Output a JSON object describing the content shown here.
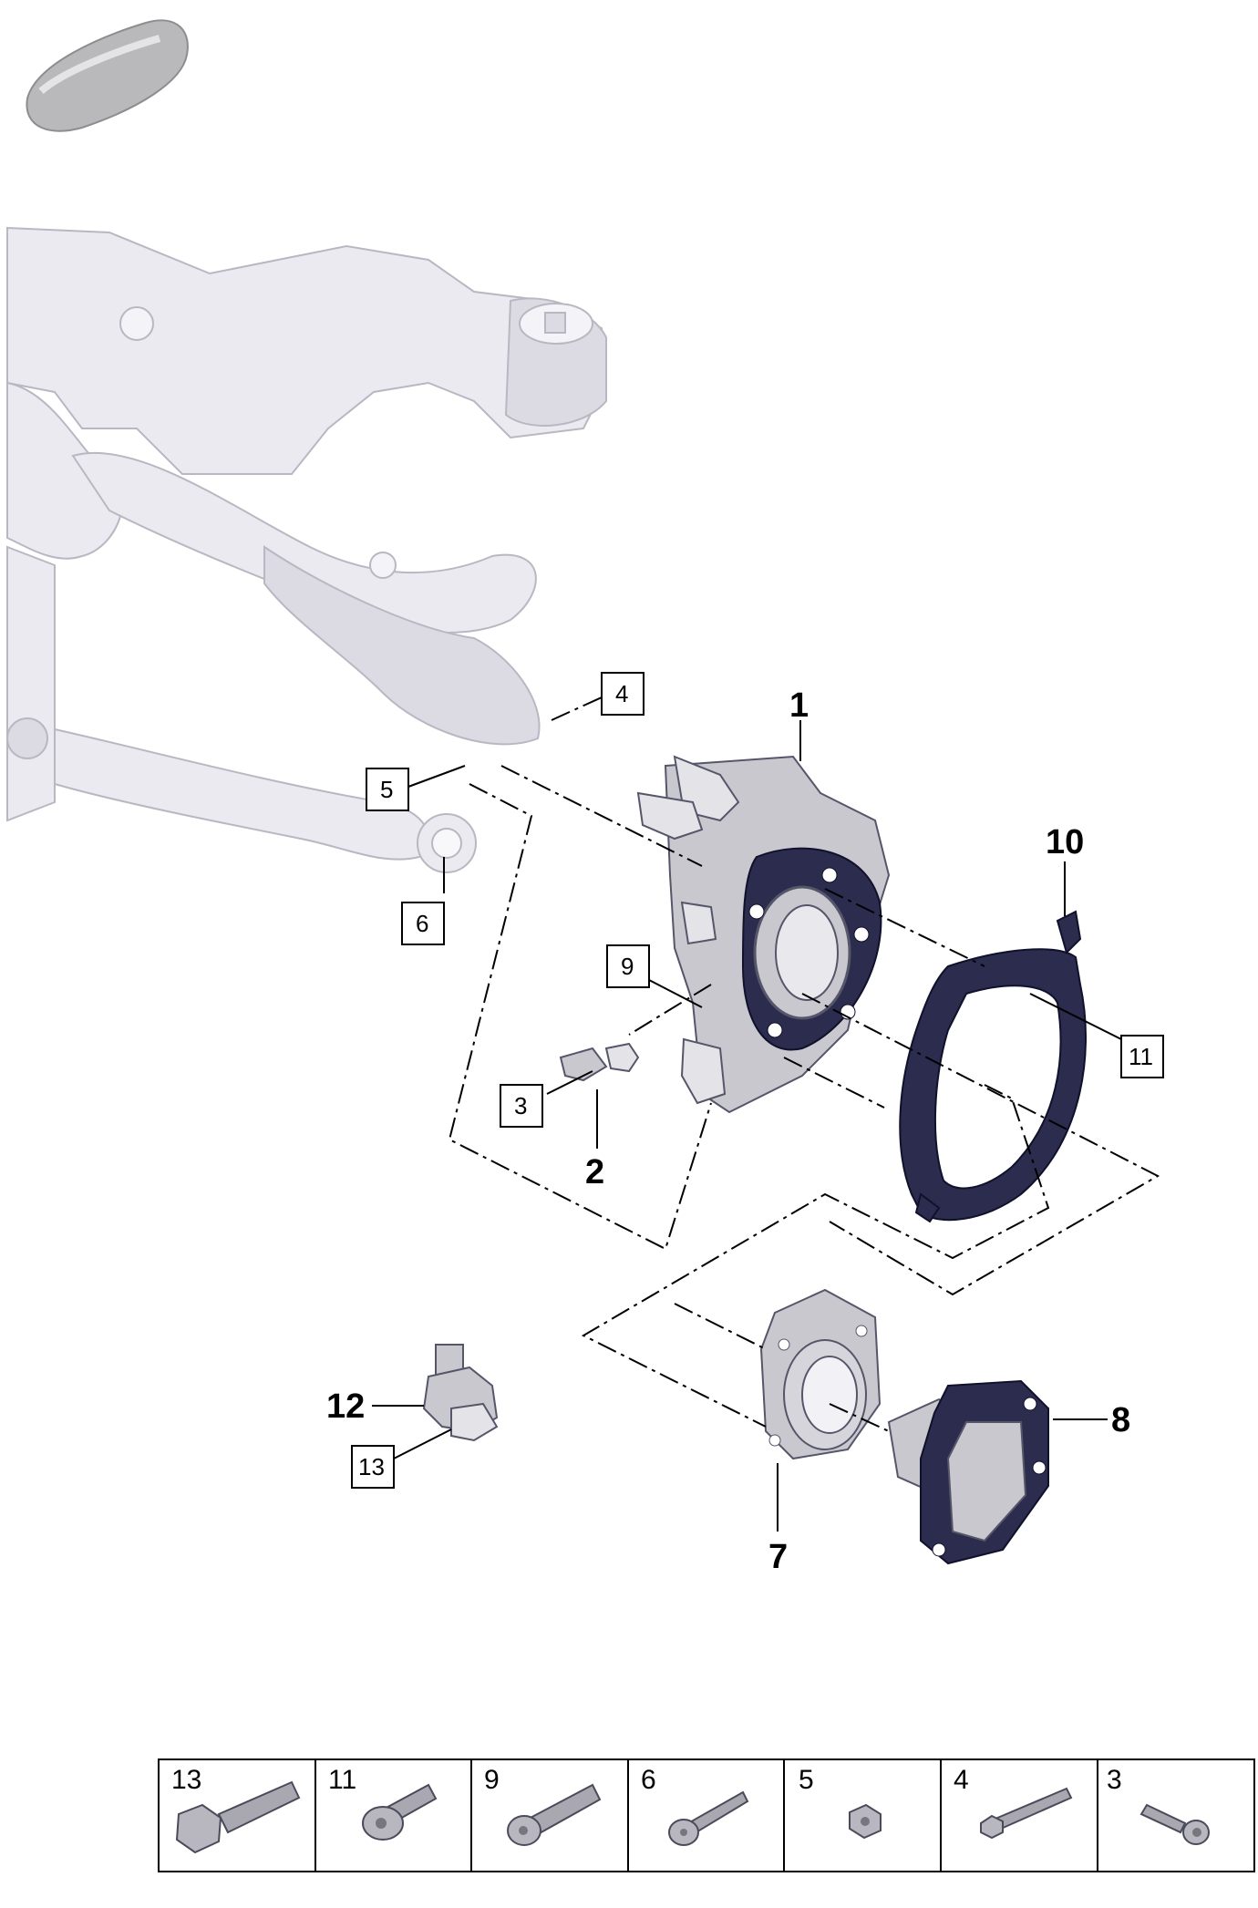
{
  "callouts": {
    "c1": "1",
    "c2": "2",
    "c3": "3",
    "c4": "4",
    "c5": "5",
    "c6": "6",
    "c7": "7",
    "c8": "8",
    "c9": "9",
    "c10": "10",
    "c11": "11",
    "c12": "12",
    "c13": "13"
  },
  "legend": [
    {
      "num": "13",
      "icon": "hex-bolt-large-icon"
    },
    {
      "num": "11",
      "icon": "flange-bolt-icon"
    },
    {
      "num": "9",
      "icon": "torx-bolt-icon"
    },
    {
      "num": "6",
      "icon": "long-bolt-icon"
    },
    {
      "num": "5",
      "icon": "hex-nut-icon"
    },
    {
      "num": "4",
      "icon": "slim-bolt-icon"
    },
    {
      "num": "3",
      "icon": "socket-head-screw-icon"
    }
  ],
  "colors": {
    "frame": "#eceaf1",
    "dark_part": "#2b2c4e",
    "metal": "#c9c8cf"
  }
}
